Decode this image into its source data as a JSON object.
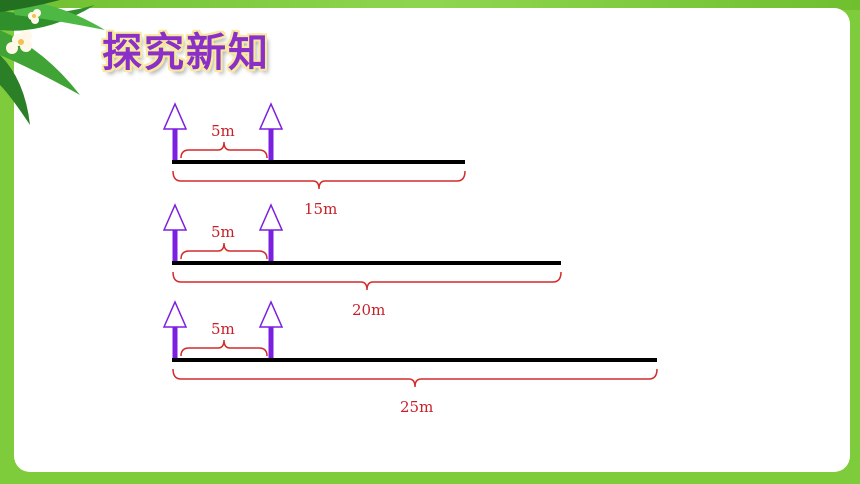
{
  "title": "探究新知",
  "colors": {
    "background": "#7ecb3c",
    "card": "#ffffff",
    "title": "#8b2fc9",
    "arrow": "#7b1fe0",
    "line": "#000000",
    "brace": "#d42a2a"
  },
  "rows": [
    {
      "interval_label": "5m",
      "total_label": "15m",
      "interval": 5,
      "total": 15
    },
    {
      "interval_label": "5m",
      "total_label": "20m",
      "interval": 5,
      "total": 20
    },
    {
      "interval_label": "5m",
      "total_label": "25m",
      "interval": 5,
      "total": 25
    }
  ]
}
